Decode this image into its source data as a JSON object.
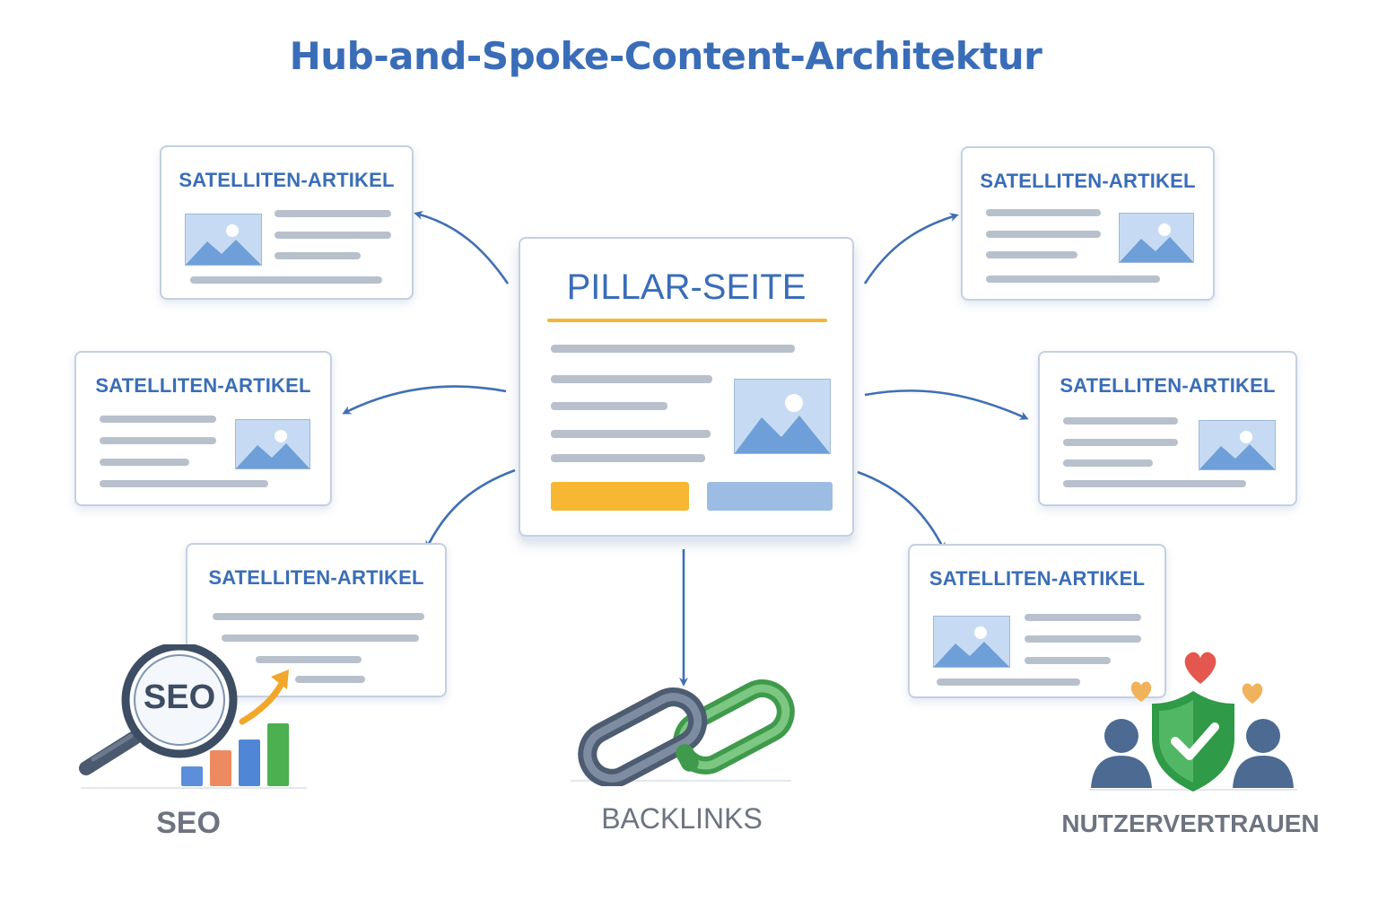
{
  "title": "Hub-and-Spoke-Content-Architektur",
  "pillar": {
    "label": "PILLAR-SEITE"
  },
  "satellites": [
    {
      "label": "SATELLITEN-ARTIKEL"
    },
    {
      "label": "SATELLITEN-ARTIKEL"
    },
    {
      "label": "SATELLITEN-ARTIKEL"
    },
    {
      "label": "SATELLITEN-ARTIKEL"
    },
    {
      "label": "SATELLITEN-ARTIKEL"
    },
    {
      "label": "SATELLITEN-ARTIKEL"
    }
  ],
  "benefits": {
    "seo": {
      "label": "SEO",
      "badge": "SEO"
    },
    "backlinks": {
      "label": "BACKLINKS"
    },
    "trust": {
      "label": "NUTZERVERTRAUEN"
    }
  },
  "colors": {
    "primary_blue": "#3a6db8",
    "accent_yellow": "#f8b733",
    "light_blue": "#9dbce3",
    "green": "#4caf50",
    "text_gray": "#6d7480"
  },
  "icons": {
    "seo": "magnifier-growth-chart-icon",
    "backlinks": "chain-link-icon",
    "trust": "shield-check-users-icon"
  }
}
